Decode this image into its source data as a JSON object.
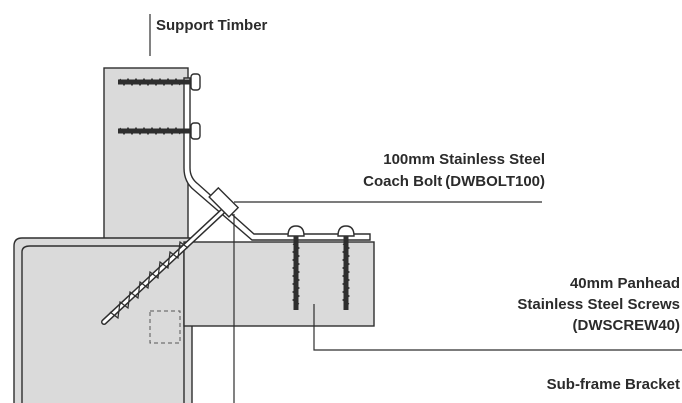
{
  "labels": {
    "support_timber": "Support Timber",
    "coach_bolt_line1": "100mm Stainless Steel",
    "coach_bolt_line2": "Coach Bolt (DWBOLT100)",
    "screws_line1": "40mm Panhead",
    "screws_line2": "Stainless Steel Screws",
    "screws_line3": "(DWSCREW40)",
    "subframe": "Sub-frame Bracket"
  },
  "colors": {
    "fill": "#dadada",
    "line": "#2e2e2e",
    "background": "#ffffff"
  }
}
